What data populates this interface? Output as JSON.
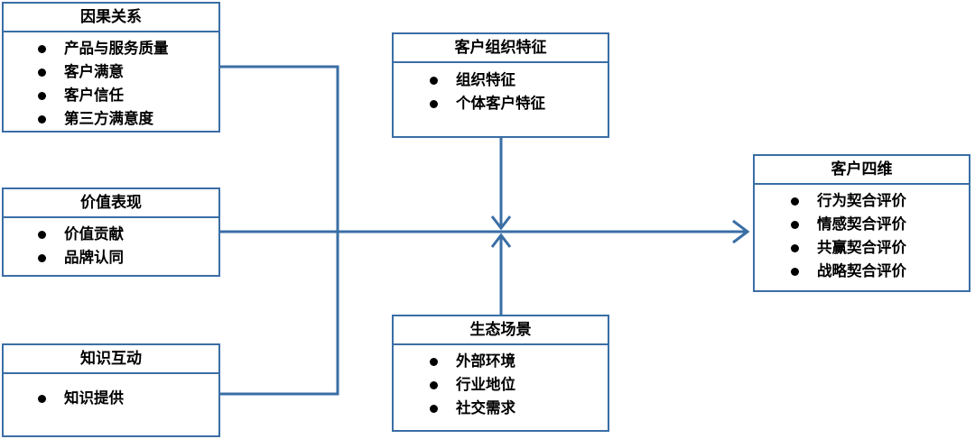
{
  "boxes": {
    "causal": {
      "title": "因果关系",
      "items": [
        "产品与服务质量",
        "客户满意",
        "客户信任",
        "第三方满意度"
      ]
    },
    "value": {
      "title": "价值表现",
      "items": [
        "价值贡献",
        "品牌认同"
      ]
    },
    "knowledge": {
      "title": "知识互动",
      "items": [
        "知识提供"
      ]
    },
    "org": {
      "title": "客户组织特征",
      "items": [
        "组织特征",
        "个体客户特征"
      ]
    },
    "ecosystem": {
      "title": "生态场景",
      "items": [
        "外部环境",
        "行业地位",
        "社交需求"
      ]
    },
    "customer": {
      "title": "客户四维",
      "items": [
        "行为契合评价",
        "情感契合评价",
        "共赢契合评价",
        "战略契合评价"
      ]
    }
  },
  "colors": {
    "line": "#3a6ea5",
    "border": "#3a6ea5",
    "bullet": "#000000"
  }
}
